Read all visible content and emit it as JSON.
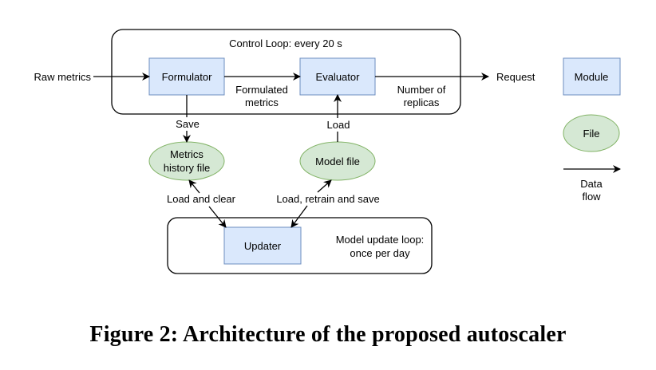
{
  "colors": {
    "module_fill": "#dae8fc",
    "module_stroke": "#6c8ebf",
    "file_fill": "#d5e8d4",
    "file_stroke": "#82b366",
    "line": "#000000"
  },
  "loops": {
    "control": "Control Loop: every 20 s",
    "update_line1": "Model update loop:",
    "update_line2": "once per day"
  },
  "modules": {
    "formulator": "Formulator",
    "evaluator": "Evaluator",
    "updater": "Updater"
  },
  "files": {
    "metrics_line1": "Metrics",
    "metrics_line2": "history file",
    "model": "Model file"
  },
  "edges": {
    "raw_metrics": "Raw metrics",
    "formulated_line1": "Formulated",
    "formulated_line2": "metrics",
    "replicas_line1": "Number of",
    "replicas_line2": "replicas",
    "request": "Request",
    "save": "Save",
    "load": "Load",
    "load_clear": "Load and clear",
    "load_retrain": "Load, retrain and save"
  },
  "legend": {
    "module": "Module",
    "file": "File",
    "flow_line1": "Data",
    "flow_line2": "flow"
  },
  "caption": "Figure 2: Architecture of the proposed autoscaler"
}
